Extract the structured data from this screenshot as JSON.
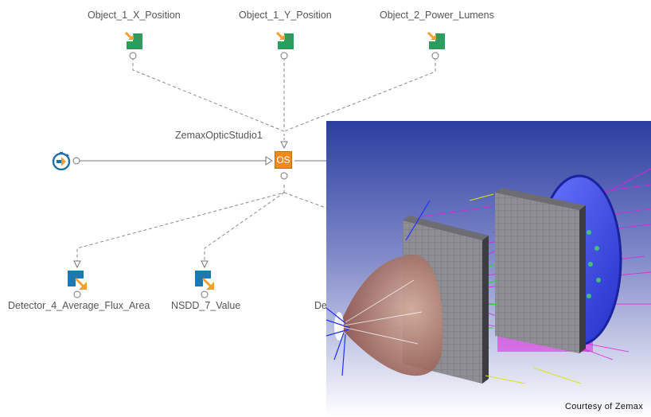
{
  "workflow": {
    "inputs": [
      {
        "label": "Object_1_X_Position"
      },
      {
        "label": "Object_1_Y_Position"
      },
      {
        "label": "Object_2_Power_Lumens"
      }
    ],
    "central": {
      "label": "ZemaxOpticStudio1",
      "icon_text": "OS"
    },
    "outputs": [
      {
        "label": "Detector_4_Average_Flux_Area"
      },
      {
        "label": "NSDD_7_Value"
      },
      {
        "label": "De"
      }
    ]
  },
  "render": {
    "credit": "Courtesy of Zemax"
  },
  "colors": {
    "input_green": "#2e9b5f",
    "arrow_orange": "#f0a132",
    "os_orange": "#f08a1e",
    "output_blue": "#1e78b0",
    "driver_blue": "#1f6fa8"
  }
}
